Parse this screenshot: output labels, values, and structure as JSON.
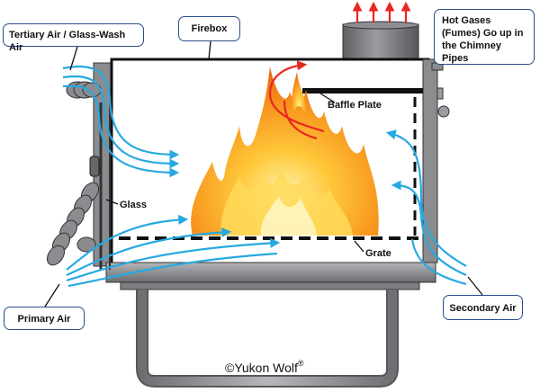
{
  "labels": {
    "tertiary_air": "Tertiary Air / Glass-Wash Air",
    "firebox": "Firebox",
    "hot_gases": "Hot Gases (Fumes) Go up in the Chimney Pipes",
    "baffle_plate": "Baffle Plate",
    "glass": "Glass",
    "grate": "Grate",
    "primary_air": "Primary Air",
    "secondary_air": "Secondary Air"
  },
  "copyright": {
    "text": "©Yukon Wolf",
    "mark": "®"
  },
  "colors": {
    "air_flow": "#27a9e1",
    "gas_flow": "#e8271f",
    "flame_outer": "#f7941d",
    "flame_inner": "#ffd24a",
    "stove_outline": "#111111",
    "callout_border": "#2a4d8f",
    "metal": "#7d7f82"
  }
}
